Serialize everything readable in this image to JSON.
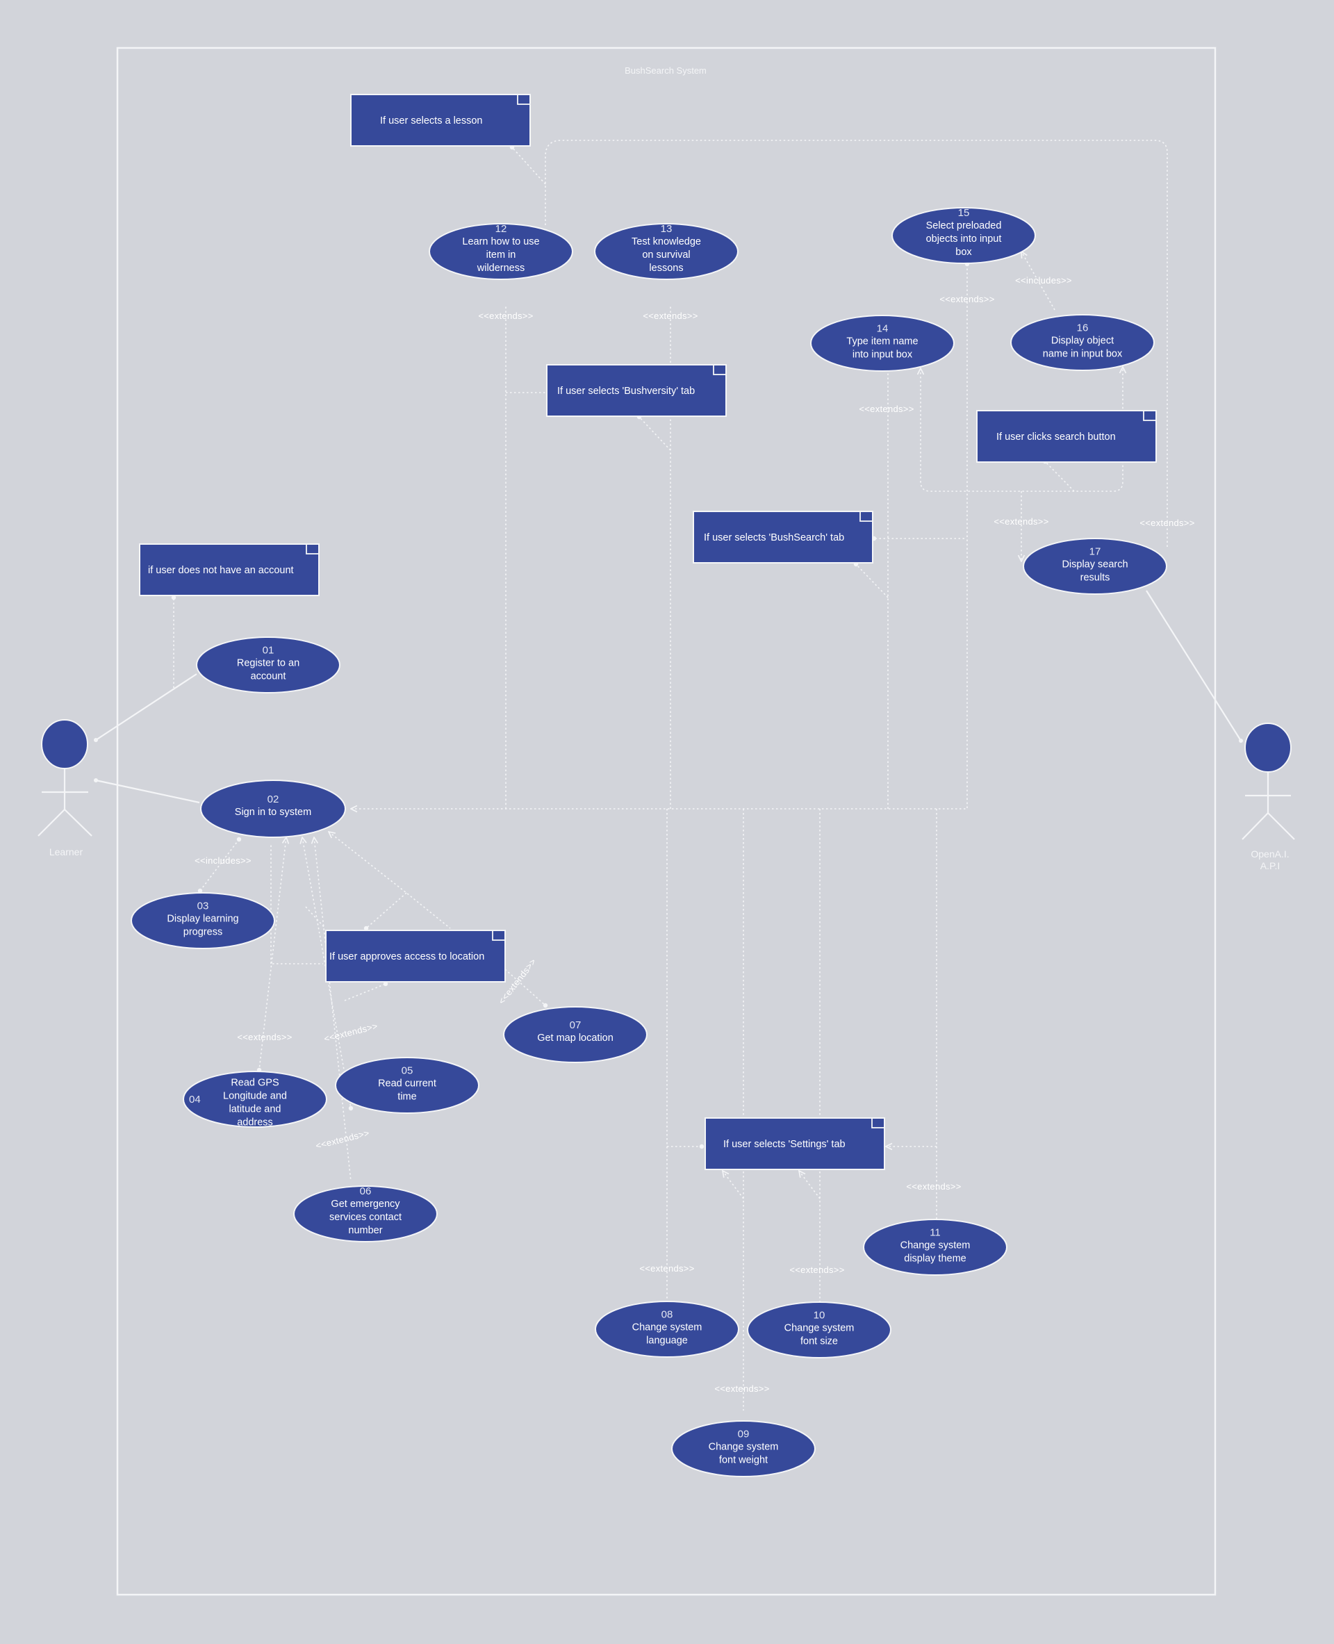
{
  "system": {
    "title": "BushSearch System"
  },
  "actors": [
    {
      "id": "learner",
      "name": "Learner"
    },
    {
      "id": "openai",
      "name": "OpenA.I.\nA.P.I"
    }
  ],
  "use_cases": [
    {
      "id": "uc01",
      "num": "01",
      "label": "Register to an\naccount"
    },
    {
      "id": "uc02",
      "num": "02",
      "label": "Sign in to system"
    },
    {
      "id": "uc03",
      "num": "03",
      "label": "Display learning\nprogress"
    },
    {
      "id": "uc04",
      "num": "04",
      "label": "Read GPS\nLongitude and\nlatitude and\naddress"
    },
    {
      "id": "uc05",
      "num": "05",
      "label": "Read current\ntime"
    },
    {
      "id": "uc06",
      "num": "06",
      "label": "Get emergency\nservices contact\nnumber"
    },
    {
      "id": "uc07",
      "num": "07",
      "label": "Get map location"
    },
    {
      "id": "uc08",
      "num": "08",
      "label": "Change system\nlanguage"
    },
    {
      "id": "uc09",
      "num": "09",
      "label": "Change system\nfont weight"
    },
    {
      "id": "uc10",
      "num": "10",
      "label": "Change system\nfont size"
    },
    {
      "id": "uc11",
      "num": "11",
      "label": "Change system\ndisplay theme"
    },
    {
      "id": "uc12",
      "num": "12",
      "label": "Learn how to use\nitem in\nwilderness"
    },
    {
      "id": "uc13",
      "num": "13",
      "label": "Test knowledge\non survival\nlessons"
    },
    {
      "id": "uc14",
      "num": "14",
      "label": "Type item name\ninto input box"
    },
    {
      "id": "uc15",
      "num": "15",
      "label": "Select preloaded\nobjects into input\nbox"
    },
    {
      "id": "uc16",
      "num": "16",
      "label": "Display object\nname in input box"
    },
    {
      "id": "uc17",
      "num": "17",
      "label": "Display search\nresults"
    }
  ],
  "notes": [
    {
      "id": "n_lesson",
      "text": "If user selects a lesson"
    },
    {
      "id": "n_bushversity",
      "text": "If user selects 'Bushversity' tab"
    },
    {
      "id": "n_bushsearch",
      "text": "If user selects 'BushSearch' tab"
    },
    {
      "id": "n_searchbtn",
      "text": "If user clicks search button"
    },
    {
      "id": "n_noaccount",
      "text": "if user does not have an account"
    },
    {
      "id": "n_location",
      "text": "If user approves access to location"
    },
    {
      "id": "n_settings",
      "text": "If user selects 'Settings' tab"
    }
  ],
  "relations": [
    {
      "id": "r_ext_12",
      "label": "<<extends>>"
    },
    {
      "id": "r_ext_13",
      "label": "<<extends>>"
    },
    {
      "id": "r_ext_15",
      "label": "<<extends>>"
    },
    {
      "id": "r_inc_16",
      "label": "<<includes>>"
    },
    {
      "id": "r_ext_14",
      "label": "<<extends>>"
    },
    {
      "id": "r_ext_17a",
      "label": "<<extends>>"
    },
    {
      "id": "r_ext_17b",
      "label": "<<extends>>"
    },
    {
      "id": "r_inc_03",
      "label": "<<includes>>"
    },
    {
      "id": "r_ext_07",
      "label": "<<extends>>"
    },
    {
      "id": "r_ext_04",
      "label": "<<extends>>"
    },
    {
      "id": "r_ext_05",
      "label": "<<extends>>"
    },
    {
      "id": "r_ext_06",
      "label": "<<extends>>"
    },
    {
      "id": "r_ext_11",
      "label": "<<extends>>"
    },
    {
      "id": "r_ext_08",
      "label": "<<extends>>"
    },
    {
      "id": "r_ext_10",
      "label": "<<extends>>"
    },
    {
      "id": "r_ext_09",
      "label": "<<extends>>"
    }
  ]
}
